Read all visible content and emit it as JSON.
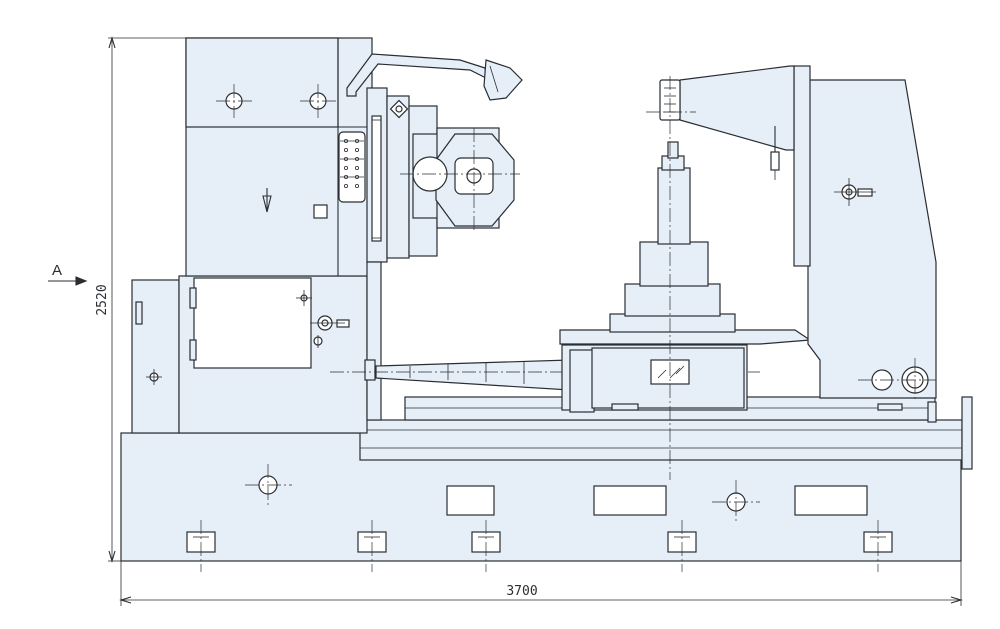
{
  "dimensions": {
    "height_label": "2520",
    "width_label": "3700"
  },
  "view_marker": {
    "label": "A"
  },
  "watermark": {
    "text": "timac.en.alibaba.com"
  },
  "colors": {
    "fill": "#e6eff7",
    "stroke": "#2a2e33",
    "background": "#ffffff"
  }
}
